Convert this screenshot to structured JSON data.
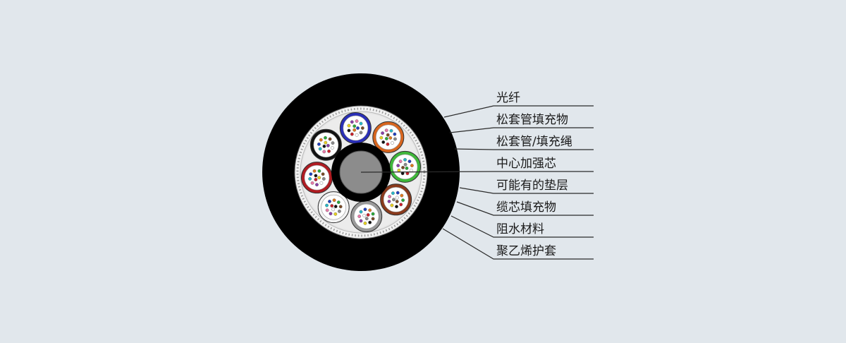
{
  "diagram": {
    "labels": [
      "光纤",
      "松套管填充物",
      "松套管/填充绳",
      "中心加强芯",
      "可能有的垫层",
      "缆芯填充物",
      "阻水材料",
      "聚乙烯护套"
    ],
    "tube_colors": [
      "#2a2fb8",
      "#d8651e",
      "#3fb83a",
      "#8a3a1c",
      "#9a9a9a",
      "#f4f4f4",
      "#b01c22",
      "#111111"
    ],
    "fiber_colors": [
      "#1f3fbf",
      "#e07a1e",
      "#2aa83a",
      "#7a4a25",
      "#8a8a8a",
      "#ffffff",
      "#c8202a",
      "#111111",
      "#e8d020",
      "#8a3fa8",
      "#e879a8",
      "#28b8c8"
    ],
    "colors": {
      "background": "#e1e7ec",
      "sheath": "#000000",
      "armor_tape": "#f2f2f2",
      "central_member": "#8c8c8c",
      "leader_line": "#2b2b2b"
    }
  }
}
